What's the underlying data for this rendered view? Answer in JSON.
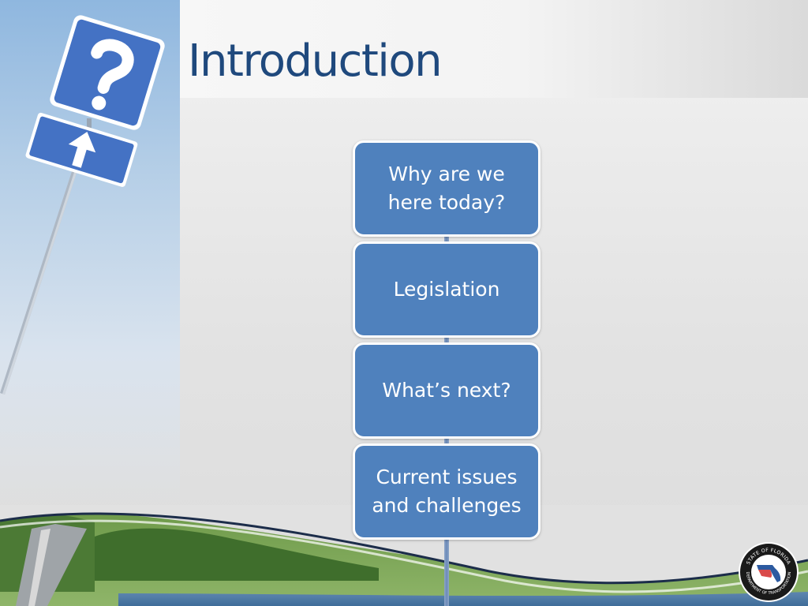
{
  "slide": {
    "title": "Introduction",
    "steps": [
      "Why are we here today?",
      "Legislation",
      "What’s next?",
      "Current issues and challenges"
    ]
  },
  "seal": {
    "top_text": "STATE OF FLORIDA",
    "bottom_text": "DEPARTMENT OF TRANSPORTATION"
  },
  "icons": {
    "sign": "question-mark-road-sign-icon",
    "arrow": "arrow-up-icon",
    "seal": "fdot-seal-icon"
  },
  "colors": {
    "title": "#1f497d",
    "box_fill": "#4f81bd",
    "box_border": "#ffffff",
    "sign_blue": "#4472c4"
  }
}
